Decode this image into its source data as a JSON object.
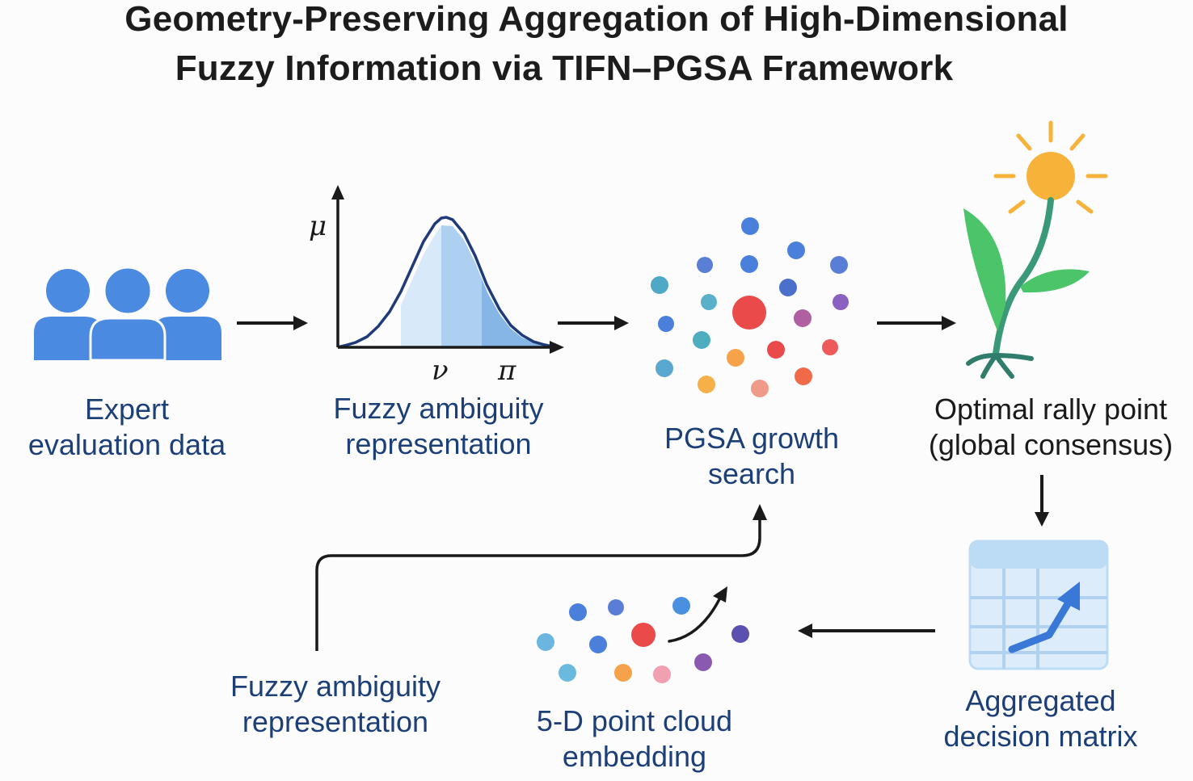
{
  "title": {
    "line1": "Geometry-Preserving Aggregation of High-Dimensional",
    "line2": "Fuzzy Information via TIFN–PGSA Framework"
  },
  "nodes": {
    "experts": {
      "line1": "Expert",
      "line2": "evaluation  data"
    },
    "fuzzy_top": {
      "line1": "Fuzzy ambiguity",
      "line2": "representation"
    },
    "pgsa": {
      "line1": "PGSA growth",
      "line2": "search"
    },
    "rally": {
      "line1": "Optimal rally point",
      "line2": "(global consensus)"
    },
    "matrix": {
      "line1": "Aggregated",
      "line2": "decision matrix"
    },
    "cloud": {
      "line1": "5-D point cloud",
      "line2": "embedding"
    },
    "fuzzy_bottom": {
      "line1": "Fuzzy ambiguity",
      "line2": "representation"
    }
  },
  "fuzzy_chart_axes": {
    "y": "μ",
    "x1": "ν",
    "x2": "π"
  },
  "colors": {
    "icon_blue": "#4a8ae0",
    "label_navy": "#1d3f78",
    "arrow": "#1a1a1a",
    "curve": "#1f3a78",
    "leaf_green": "#4cc46a",
    "sun": "#f7b23a",
    "stem": "#3a9a78",
    "matrix": "#bcdcf5",
    "trend_arrow": "#3a78d8"
  }
}
